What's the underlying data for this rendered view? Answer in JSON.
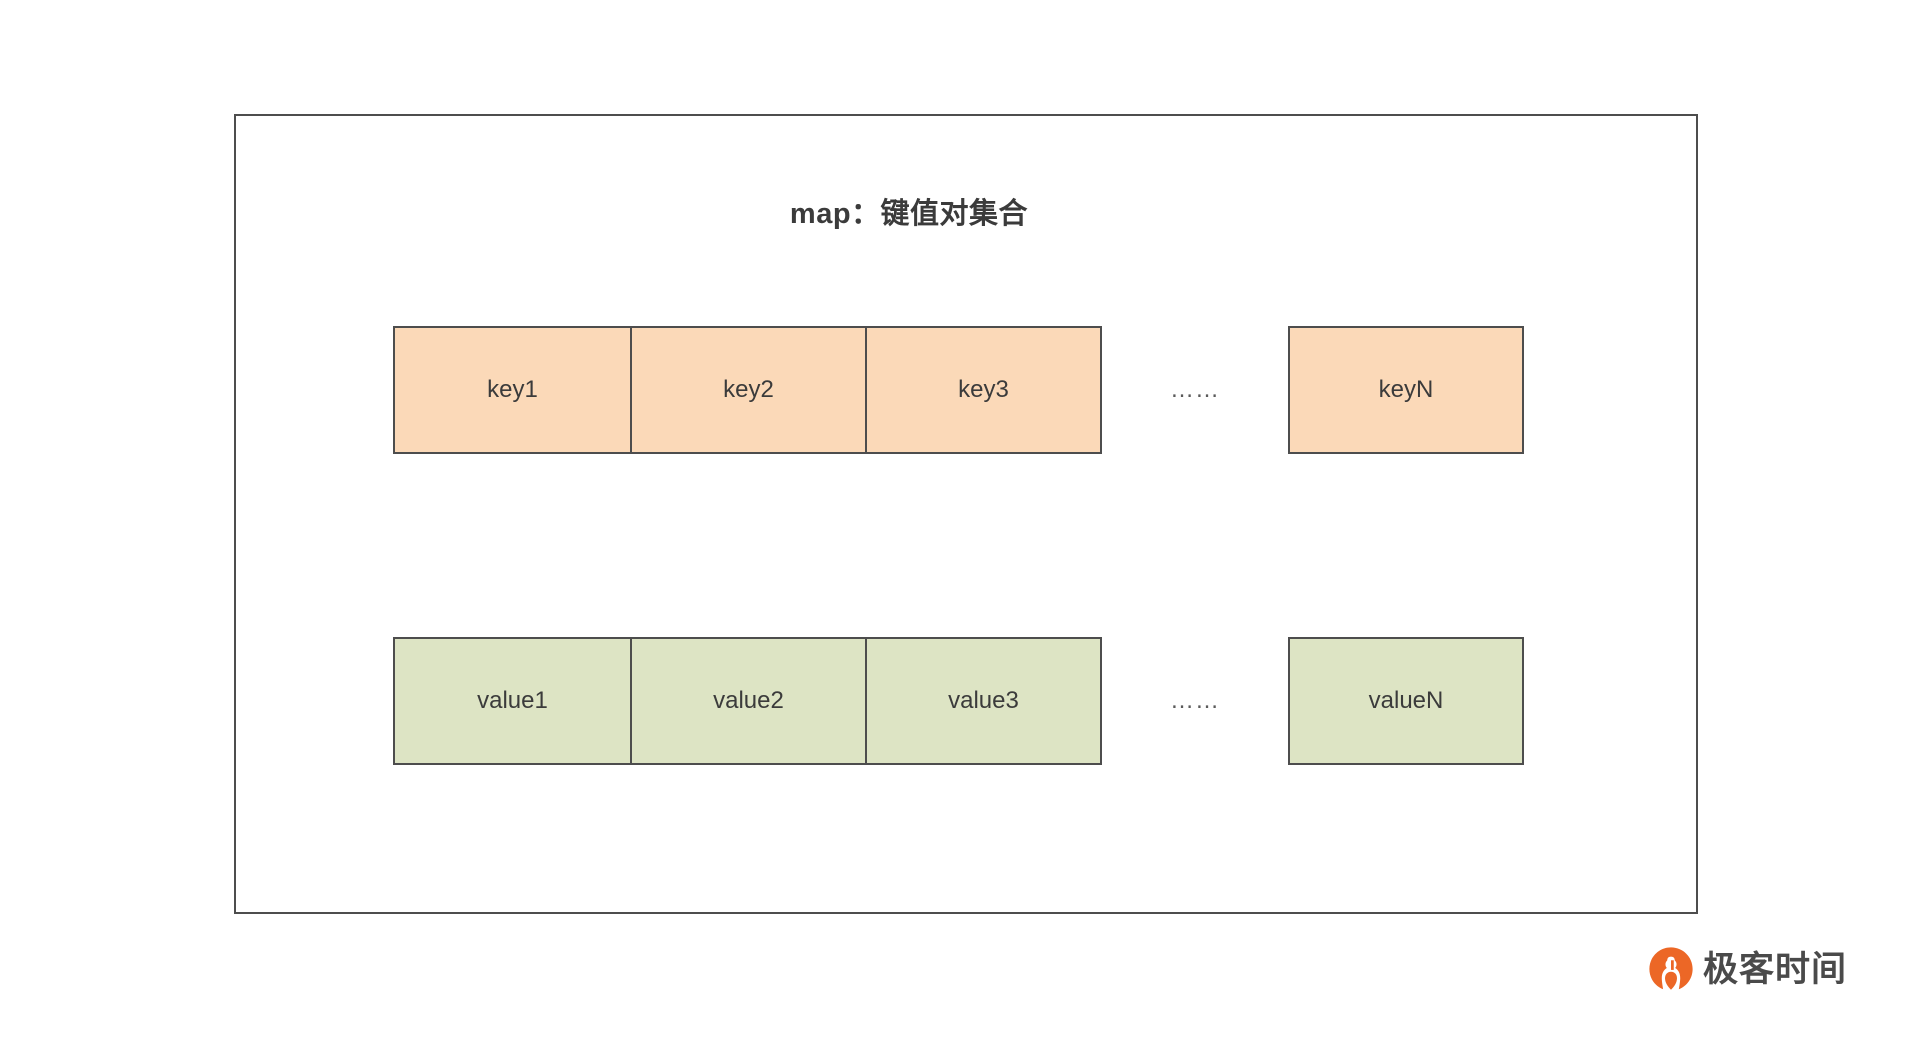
{
  "diagram": {
    "title": "map：键值对集合",
    "ellipsis": "……",
    "key_row": {
      "label": "key-row",
      "cells": [
        {
          "text": "key1"
        },
        {
          "text": "key2"
        },
        {
          "text": "key3"
        }
      ],
      "last_cell": {
        "text": "keyN"
      },
      "fill_color": "#fbd9b8",
      "border_color": "#4d4d4d"
    },
    "value_row": {
      "label": "value-row",
      "cells": [
        {
          "text": "value1"
        },
        {
          "text": "value2"
        },
        {
          "text": "value3"
        }
      ],
      "last_cell": {
        "text": "valueN"
      },
      "fill_color": "#dde4c4",
      "border_color": "#4d4d4d"
    }
  },
  "brand": {
    "name": "极客时间",
    "mark_color": "#ec6726",
    "text_color": "#4a4a4a"
  }
}
